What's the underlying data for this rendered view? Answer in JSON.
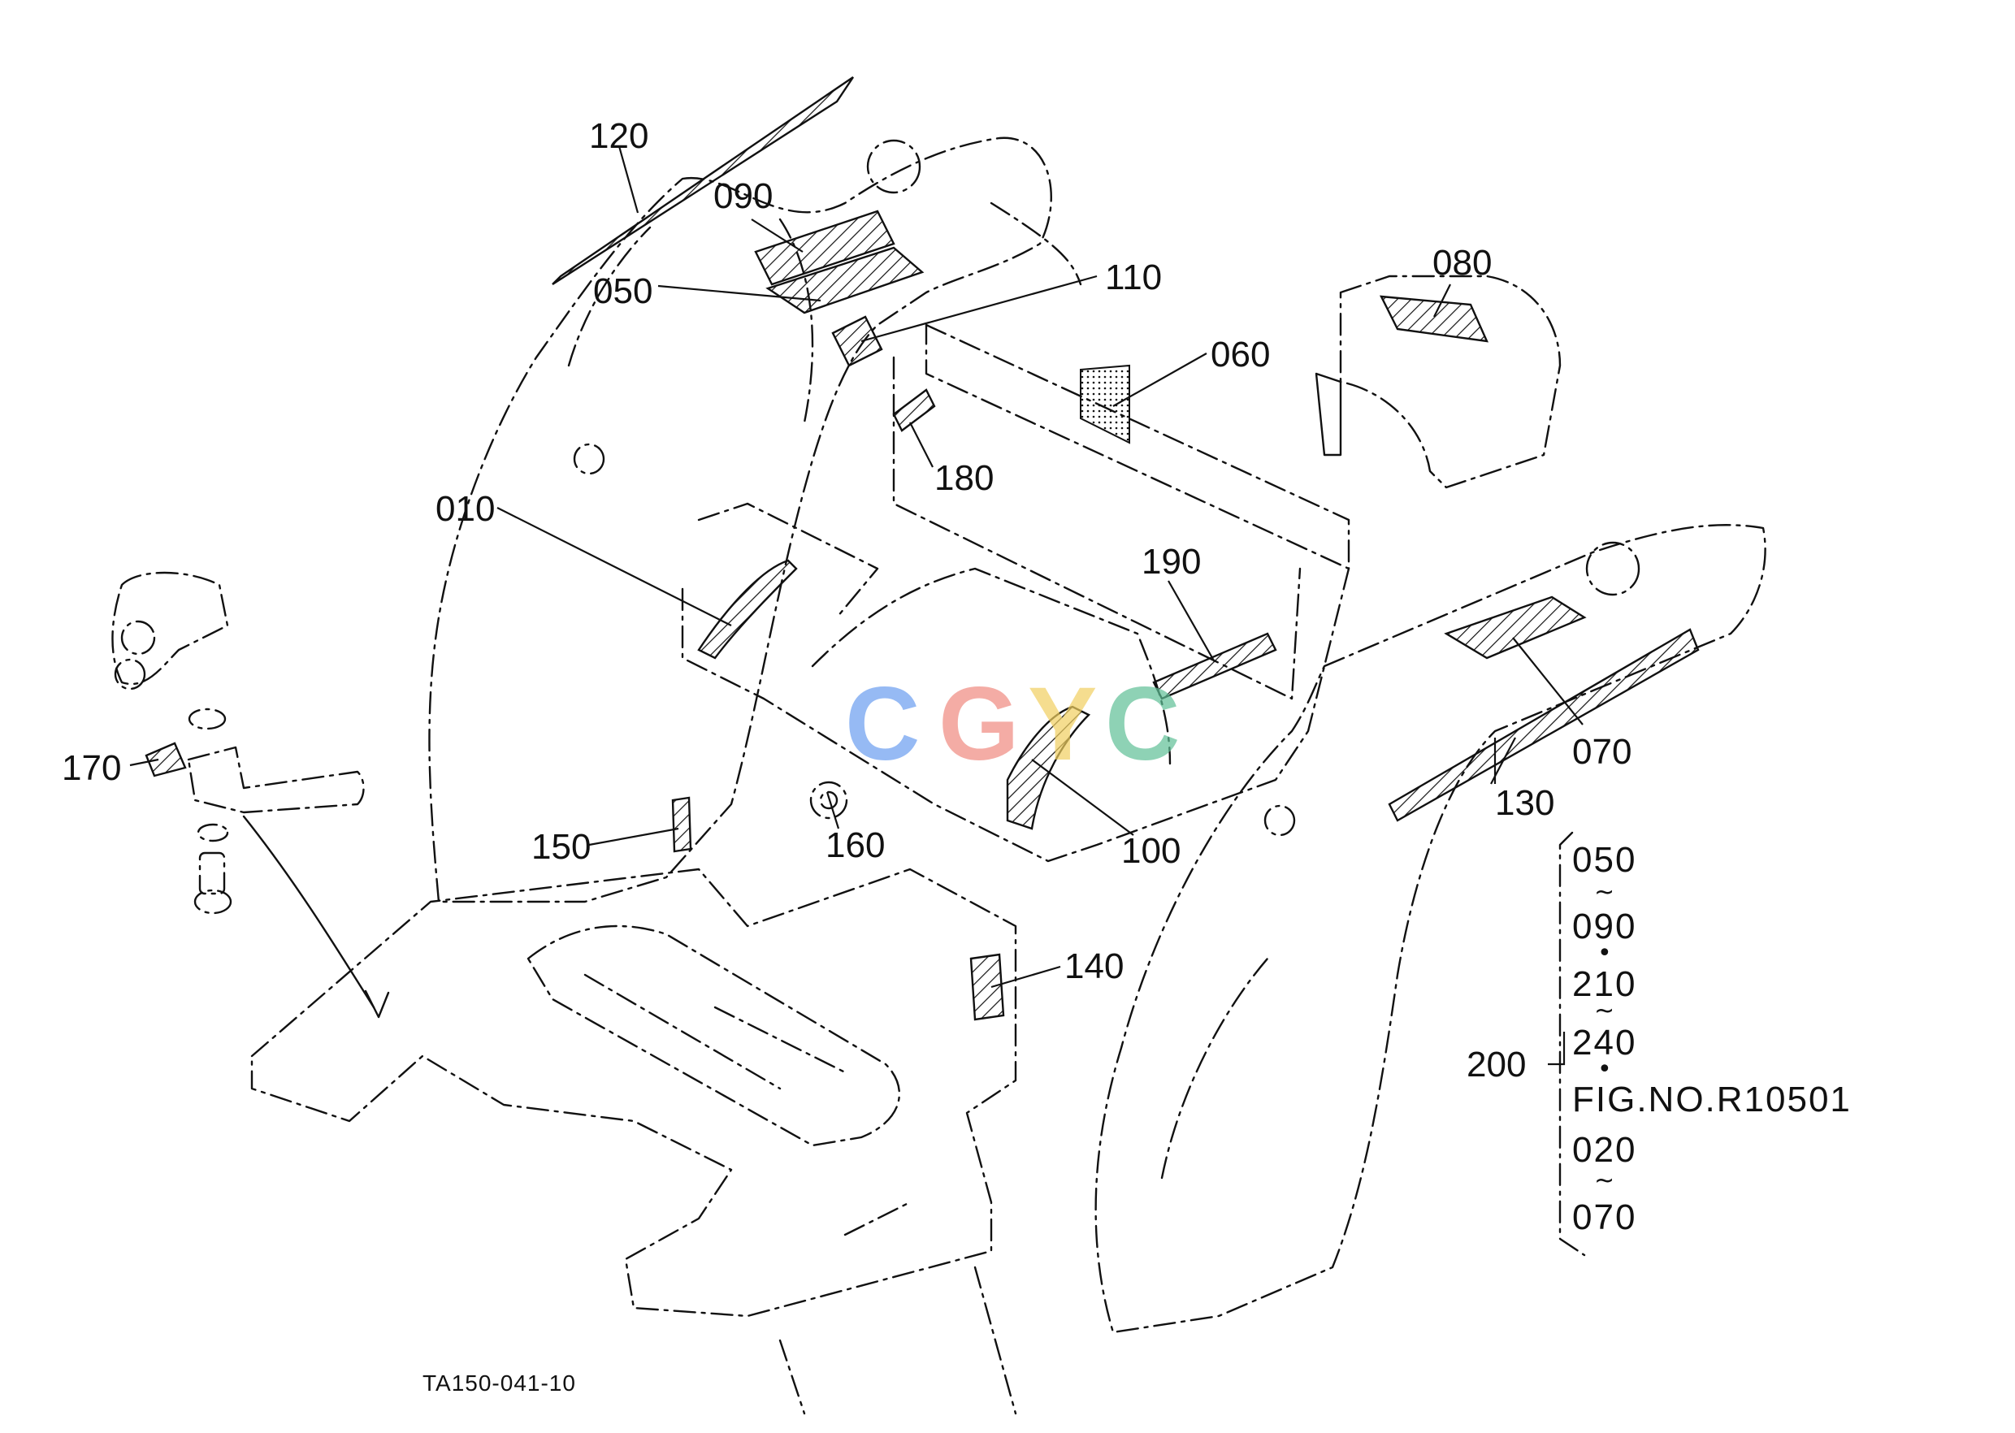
{
  "callouts": {
    "c120": "120",
    "c090": "090",
    "c050": "050",
    "c110": "110",
    "c080": "080",
    "c060": "060",
    "c180": "180",
    "c010": "010",
    "c190": "190",
    "c070": "070",
    "c170": "170",
    "c130": "130",
    "c150": "150",
    "c160": "160",
    "c100": "100",
    "c140": "140",
    "c200": "200"
  },
  "assembly_note": {
    "line1": "050",
    "range1": "~",
    "line2": "090",
    "bullet1": "•",
    "line3": "210",
    "range2": "~",
    "line4": "240",
    "bullet2": "•",
    "line5": "FIG.NO.R10501",
    "line6": "020",
    "range3": "~",
    "line7": "070"
  },
  "drawing_code": "TA150-041-10",
  "watermark": {
    "letters": [
      "C",
      "G",
      "Y",
      "C"
    ],
    "colors": [
      "#6a9ef0",
      "#f08a80",
      "#f2d060",
      "#5fbf96"
    ]
  },
  "ink_color": "#111111"
}
